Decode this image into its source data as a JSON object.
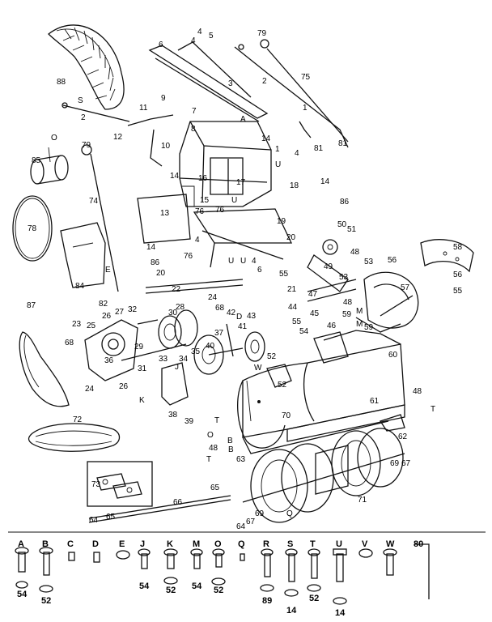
{
  "diagram": {
    "callouts": [
      {
        "text": "88"
      },
      {
        "text": "2"
      },
      {
        "text": "S"
      },
      {
        "text": "6"
      },
      {
        "text": "4"
      },
      {
        "text": "5"
      },
      {
        "text": "4"
      },
      {
        "text": "79"
      },
      {
        "text": "75"
      },
      {
        "text": "3"
      },
      {
        "text": "2"
      },
      {
        "text": "9"
      },
      {
        "text": "11"
      },
      {
        "text": "12"
      },
      {
        "text": "7"
      },
      {
        "text": "A"
      },
      {
        "text": "1"
      },
      {
        "text": "10"
      },
      {
        "text": "8"
      },
      {
        "text": "14"
      },
      {
        "text": "81"
      },
      {
        "text": "81"
      },
      {
        "text": "85"
      },
      {
        "text": "79"
      },
      {
        "text": "O"
      },
      {
        "text": "14"
      },
      {
        "text": "1"
      },
      {
        "text": "U"
      },
      {
        "text": "4"
      },
      {
        "text": "18"
      },
      {
        "text": "14"
      },
      {
        "text": "16"
      },
      {
        "text": "17"
      },
      {
        "text": "15"
      },
      {
        "text": "U"
      },
      {
        "text": "76"
      },
      {
        "text": "74"
      },
      {
        "text": "13"
      },
      {
        "text": "76"
      },
      {
        "text": "86"
      },
      {
        "text": "19"
      },
      {
        "text": "78"
      },
      {
        "text": "50"
      },
      {
        "text": "51"
      },
      {
        "text": "20"
      },
      {
        "text": "14"
      },
      {
        "text": "4"
      },
      {
        "text": "76"
      },
      {
        "text": "U"
      },
      {
        "text": "U"
      },
      {
        "text": "4"
      },
      {
        "text": "6"
      },
      {
        "text": "58"
      },
      {
        "text": "86"
      },
      {
        "text": "E"
      },
      {
        "text": "84"
      },
      {
        "text": "20"
      },
      {
        "text": "21"
      },
      {
        "text": "55"
      },
      {
        "text": "49"
      },
      {
        "text": "48"
      },
      {
        "text": "53"
      },
      {
        "text": "56"
      },
      {
        "text": "56"
      },
      {
        "text": "55"
      },
      {
        "text": "22"
      },
      {
        "text": "82"
      },
      {
        "text": "24"
      },
      {
        "text": "53"
      },
      {
        "text": "57"
      },
      {
        "text": "87"
      },
      {
        "text": "28"
      },
      {
        "text": "30"
      },
      {
        "text": "68"
      },
      {
        "text": "44"
      },
      {
        "text": "47"
      },
      {
        "text": "45"
      },
      {
        "text": "46"
      },
      {
        "text": "48"
      },
      {
        "text": "M"
      },
      {
        "text": "59"
      },
      {
        "text": "23"
      },
      {
        "text": "25"
      },
      {
        "text": "26"
      },
      {
        "text": "27"
      },
      {
        "text": "32"
      },
      {
        "text": "42"
      },
      {
        "text": "43"
      },
      {
        "text": "55"
      },
      {
        "text": "54"
      },
      {
        "text": "M"
      },
      {
        "text": "59"
      },
      {
        "text": "68"
      },
      {
        "text": "29"
      },
      {
        "text": "37"
      },
      {
        "text": "41"
      },
      {
        "text": "D"
      },
      {
        "text": "40"
      },
      {
        "text": "31"
      },
      {
        "text": "33"
      },
      {
        "text": "34"
      },
      {
        "text": "35"
      },
      {
        "text": "36"
      },
      {
        "text": "J"
      },
      {
        "text": "52"
      },
      {
        "text": "W"
      },
      {
        "text": "24"
      },
      {
        "text": "26"
      },
      {
        "text": "52"
      },
      {
        "text": "60"
      },
      {
        "text": "K"
      },
      {
        "text": "38"
      },
      {
        "text": "39"
      },
      {
        "text": "61"
      },
      {
        "text": "48"
      },
      {
        "text": "T"
      },
      {
        "text": "T"
      },
      {
        "text": "70"
      },
      {
        "text": "O"
      },
      {
        "text": "B"
      },
      {
        "text": "62"
      },
      {
        "text": "72"
      },
      {
        "text": "48"
      },
      {
        "text": "B"
      },
      {
        "text": "T"
      },
      {
        "text": "63"
      },
      {
        "text": "69"
      },
      {
        "text": "67"
      },
      {
        "text": "73"
      },
      {
        "text": "65"
      },
      {
        "text": "71"
      },
      {
        "text": "Q"
      },
      {
        "text": "64"
      },
      {
        "text": "65"
      },
      {
        "text": "66"
      },
      {
        "text": "64"
      },
      {
        "text": "67"
      },
      {
        "text": "69"
      }
    ],
    "hardware_row": [
      {
        "letter": "A",
        "below": "54"
      },
      {
        "letter": "B",
        "below": "52"
      },
      {
        "letter": "C",
        "below": ""
      },
      {
        "letter": "D",
        "below": ""
      },
      {
        "letter": "E",
        "below": ""
      },
      {
        "letter": "J",
        "below": "54"
      },
      {
        "letter": "K",
        "below": "52"
      },
      {
        "letter": "M",
        "below": "54"
      },
      {
        "letter": "O",
        "below": "52"
      },
      {
        "letter": "Q",
        "below": ""
      },
      {
        "letter": "R",
        "below": "89"
      },
      {
        "letter": "S",
        "below": "14"
      },
      {
        "letter": "T",
        "below": "52"
      },
      {
        "letter": "U",
        "below": "14"
      },
      {
        "letter": "V",
        "below": ""
      },
      {
        "letter": "W",
        "below": ""
      },
      {
        "letter": "80",
        "below": ""
      }
    ]
  }
}
